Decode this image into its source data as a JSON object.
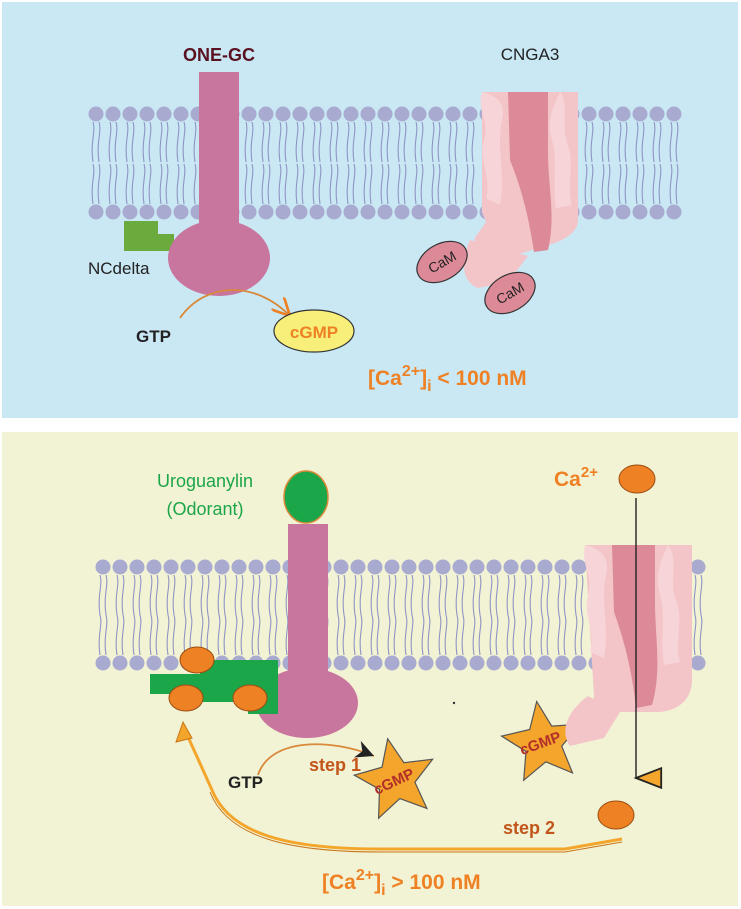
{
  "panel_top": {
    "background": "#c9e8f4",
    "receptor_label": "ONE-GC",
    "channel_label": "CNGA3",
    "ncdelta_label": "NCdelta",
    "gtp_label": "GTP",
    "cgmp_label": "cGMP",
    "cam_labels": [
      "CaM",
      "CaM"
    ],
    "ca_condition": {
      "prefix": "[Ca",
      "superscript": "2+",
      "bracket": "]",
      "subscript": "i",
      "relation": " < 100 nM"
    }
  },
  "panel_bottom": {
    "background": "#f2f3d4",
    "ligand_label_line1": "Uroguanylin",
    "ligand_label_line2": "(Odorant)",
    "ca_ion_label": {
      "base": "Ca",
      "superscript": "2+"
    },
    "gtp_label": "GTP",
    "step1_label": "step 1",
    "step2_label": "step 2",
    "cgmp_labels": [
      "cGMP",
      "cGMP"
    ],
    "ca_condition": {
      "prefix": "[Ca",
      "superscript": "2+",
      "bracket": "]",
      "subscript": "i",
      "relation": " > 100 nM"
    }
  },
  "colors": {
    "receptor": "#c9769f",
    "channel_outer": "#f3c5c9",
    "channel_inner": "#dc8a97",
    "lipid_head": "#a8aad0",
    "lipid_tail": "#8f94c4",
    "ncdelta": "#1ca64a",
    "calcium": "#ef8125",
    "cgmp_top": "#f7ef7a",
    "cgmp_star": "#f3a52c",
    "cam": "#dc8a97",
    "orange_text": "#ef8125",
    "dark_red_text": "#5a1221",
    "green_text": "#1ca64a"
  }
}
